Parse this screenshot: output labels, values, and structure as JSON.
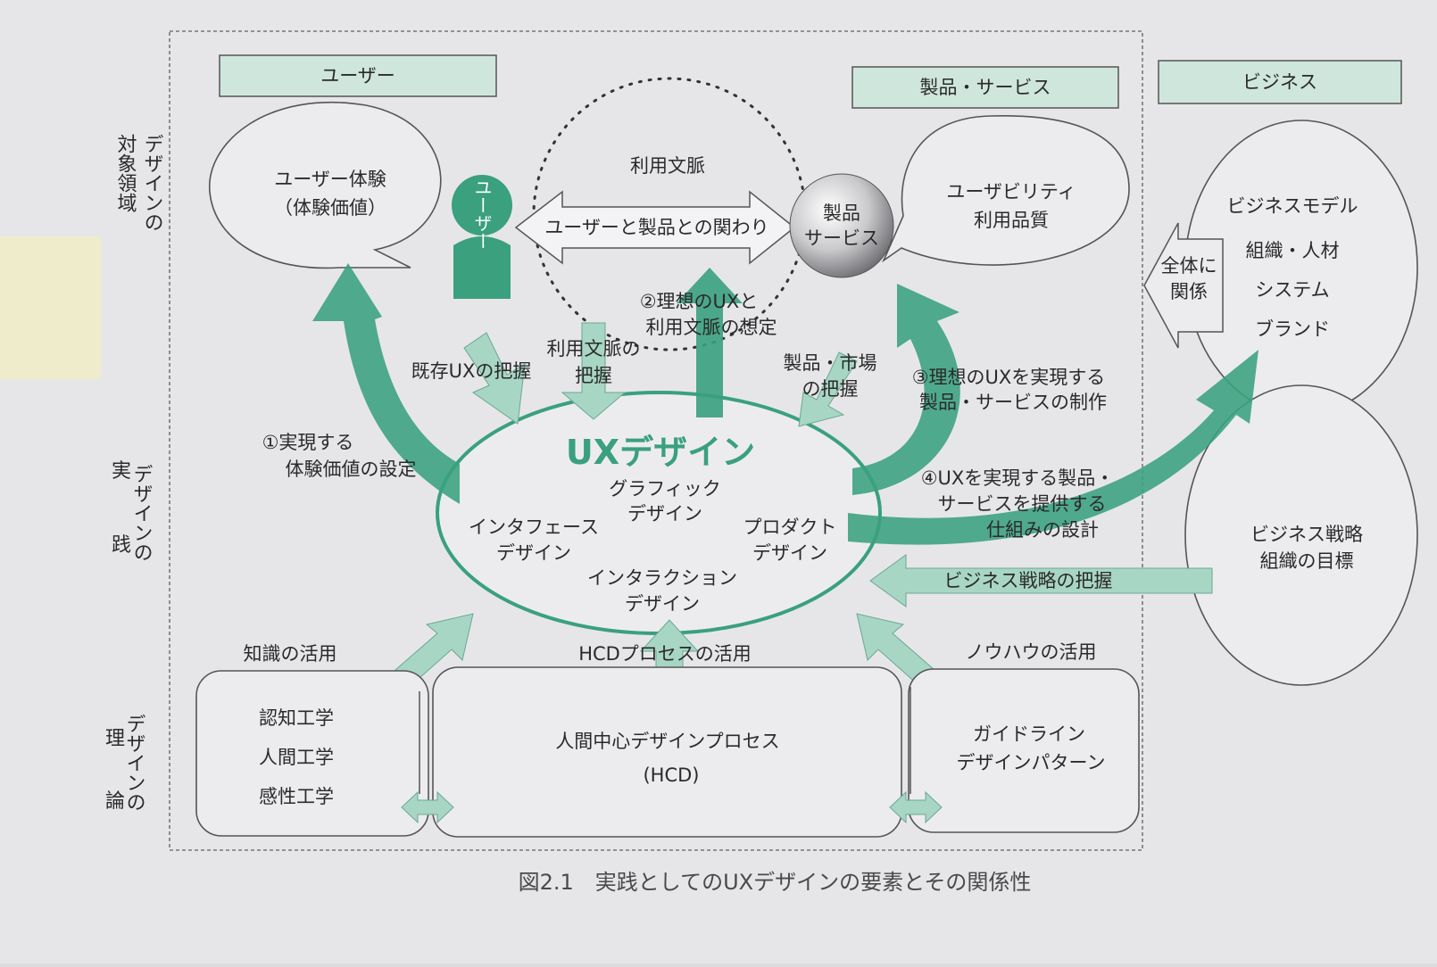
{
  "headers": {
    "user": "ユーザー",
    "product": "製品・サービス",
    "business": "ビジネス"
  },
  "side_labels": {
    "scope": [
      "デザインの",
      "対象領域"
    ],
    "practice": [
      "デザインの",
      "実",
      "践"
    ],
    "theory": [
      "デザインの",
      "理",
      "論"
    ]
  },
  "user_bubble": [
    "ユーザー体験",
    "（体験価値）"
  ],
  "context": {
    "label": "利用文脈",
    "relation": "ユーザーと製品との関わり",
    "user_figure": "ユーザー",
    "product_sphere": [
      "製品",
      "サービス"
    ]
  },
  "usability_bubble": [
    "ユーザビリティ",
    "利用品質"
  ],
  "business_top": {
    "items": [
      "ビジネスモデル",
      "組織・人材",
      "システム",
      "ブランド"
    ],
    "relation": [
      "全体に",
      "関係"
    ]
  },
  "business_bottom": [
    "ビジネス戦略",
    "組織の目標"
  ],
  "ux": {
    "title": "UXデザイン",
    "graphic": [
      "グラフィック",
      "デザイン"
    ],
    "interface": [
      "インタフェース",
      "デザイン"
    ],
    "product": [
      "プロダクト",
      "デザイン"
    ],
    "interaction": [
      "インタラクション",
      "デザイン"
    ]
  },
  "arrows": {
    "existing_ux": "既存UXの把握",
    "context_grasp": [
      "利用文脈の",
      "把握"
    ],
    "ideal": [
      "②理想のUXと",
      "利用文脈の想定"
    ],
    "market": [
      "製品・市場",
      "の把握"
    ],
    "realize_product": [
      "③理想のUXを実現する",
      "製品・サービスの制作"
    ],
    "set_value": [
      "①実現する",
      "体験価値の設定"
    ],
    "mechanism": [
      "④UXを実現する製品・",
      "サービスを提供する",
      "仕組みの設計"
    ],
    "strategy": "ビジネス戦略の把握",
    "knowledge": "知識の活用",
    "hcd_use": "HCDプロセスの活用",
    "knowhow": "ノウハウの活用"
  },
  "theory": {
    "left": [
      "認知工学",
      "人間工学",
      "感性工学"
    ],
    "center": [
      "人間中心デザインプロセス",
      "(HCD)"
    ],
    "right": [
      "ガイドライン",
      "デザインパターン"
    ]
  },
  "caption": "図2.1　実践としてのUXデザインの要素とその関係性",
  "colors": {
    "accent": "#3aa07e",
    "accent_light": "#a8d6c4",
    "header_fill": "#cfe6dc",
    "page": "#e4e4e8"
  }
}
